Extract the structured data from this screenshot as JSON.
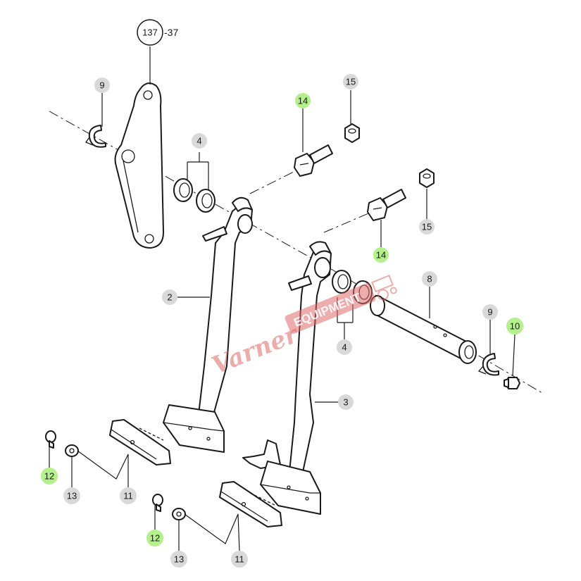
{
  "colors": {
    "badge_default": "#d9d9d9",
    "badge_highlight": "#b4f08c",
    "line": "#1a1a1a",
    "watermark": "#e06a6a"
  },
  "assembly_ref": {
    "number": "137",
    "suffix": "-37"
  },
  "callouts": [
    {
      "id": "9a",
      "label": "9",
      "highlight": false
    },
    {
      "id": "4a",
      "label": "4",
      "highlight": false
    },
    {
      "id": "14a",
      "label": "14",
      "highlight": true
    },
    {
      "id": "15a",
      "label": "15",
      "highlight": false
    },
    {
      "id": "15b",
      "label": "15",
      "highlight": false
    },
    {
      "id": "14b",
      "label": "14",
      "highlight": true
    },
    {
      "id": "2",
      "label": "2",
      "highlight": false
    },
    {
      "id": "8",
      "label": "8",
      "highlight": false
    },
    {
      "id": "9b",
      "label": "9",
      "highlight": false
    },
    {
      "id": "10",
      "label": "10",
      "highlight": true
    },
    {
      "id": "4b",
      "label": "4",
      "highlight": false
    },
    {
      "id": "3",
      "label": "3",
      "highlight": false
    },
    {
      "id": "12a",
      "label": "12",
      "highlight": true
    },
    {
      "id": "13a",
      "label": "13",
      "highlight": false
    },
    {
      "id": "11a",
      "label": "11",
      "highlight": false
    },
    {
      "id": "12b",
      "label": "12",
      "highlight": true
    },
    {
      "id": "13b",
      "label": "13",
      "highlight": false
    },
    {
      "id": "11b",
      "label": "11",
      "highlight": false
    }
  ],
  "watermark": {
    "script": "Varner",
    "box": "EQUIPMENT"
  }
}
